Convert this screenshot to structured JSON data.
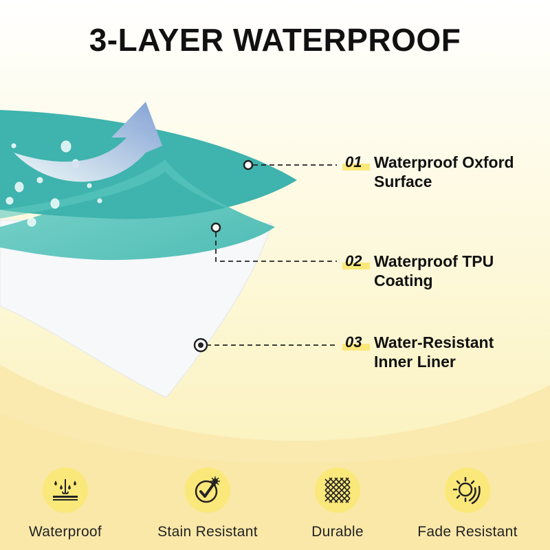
{
  "title": "3-LAYER WATERPROOF",
  "layers": [
    {
      "number": "01",
      "line1": "Waterproof Oxford",
      "line2": "Surface"
    },
    {
      "number": "02",
      "line1": "Waterproof TPU",
      "line2": "Coating"
    },
    {
      "number": "03",
      "line1": "Water-Resistant",
      "line2": "Inner Liner"
    }
  ],
  "features": [
    {
      "label": "Waterproof",
      "icon": "water-drops-icon"
    },
    {
      "label": "Stain Resistant",
      "icon": "stain-shield-icon"
    },
    {
      "label": "Durable",
      "icon": "woven-mesh-icon"
    },
    {
      "label": "Fade Resistant",
      "icon": "sun-icon"
    }
  ],
  "colors": {
    "accent_yellow": "#fbe87a",
    "fabric_teal": "#3fb3ad",
    "tpu_teal": "#6ccdc5",
    "liner_white": "#f7f9fb",
    "arrow_blue": "#7f9fd3"
  }
}
